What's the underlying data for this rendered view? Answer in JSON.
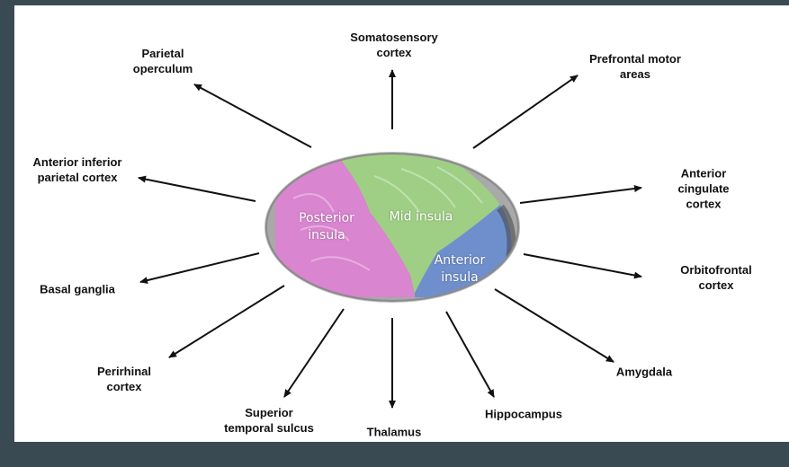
{
  "regions": {
    "posterior": "Posterior\ninsula",
    "mid": "Mid insula",
    "anterior": "Anterior\ninsula"
  },
  "connections": {
    "parietal_operculum": "Parietal\noperculum",
    "somatosensory_cortex": "Somatosensory\ncortex",
    "prefrontal_motor_areas": "Prefrontal motor\nareas",
    "anterior_inferior_parietal_cortex": "Anterior inferior\nparietal cortex",
    "anterior_cingulate_cortex": "Anterior cingulate\ncortex",
    "basal_ganglia": "Basal ganglia",
    "orbitofrontal_cortex": "Orbitofrontal cortex",
    "perirhinal_cortex": "Perirhinal\ncortex",
    "amygdala": "Amygdala",
    "superior_temporal_sulcus": "Superior\ntemporal sulcus",
    "thalamus": "Thalamus",
    "hippocampus": "Hippocampus"
  },
  "colors": {
    "posterior_insula": "#d985cf",
    "mid_insula": "#9fcf84",
    "anterior_insula": "#6f8fcc",
    "outline_gray": "#8a8a8a",
    "arrow": "#111111",
    "background_frame": "#3a4a52"
  }
}
